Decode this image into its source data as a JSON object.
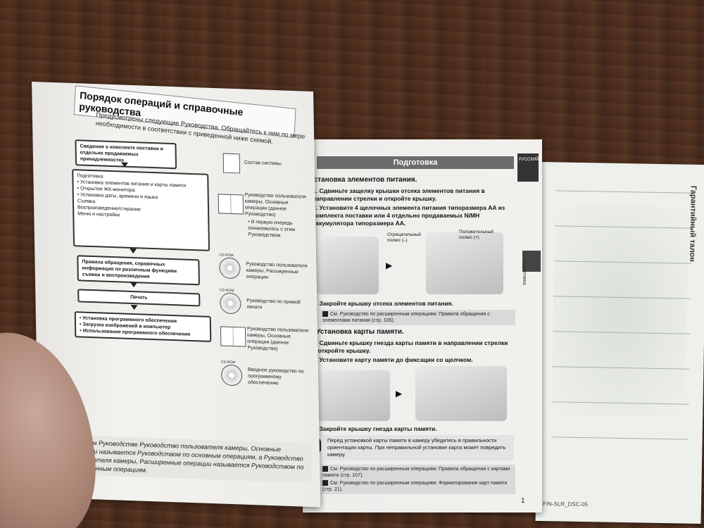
{
  "left_page": {
    "title": "Порядок операций и справочные руководства",
    "intro": "Предусмотрены следующие Руководства. Обращайтесь к ним по мере необходимости в соответствии с приведенной ниже схемой.",
    "flow": [
      {
        "text": "Сведения о комплекте поставки и отдельно продаваемых принадлежностях"
      },
      {
        "text": "Подготовка\n• Установка элементов питания и карты памяти\n• Открытие ЖК-монитора\n• Установка даты, времени и языка\nСъемка\nВоспроизведение/стирание\nМеню и настройки"
      },
      {
        "text": "Правила обращения, справочных информация по различным функциям съемки и воспроизведения"
      },
      {
        "text": "Печать"
      },
      {
        "text": "• Установка программного обеспечения\n• Загрузка изображений в компьютер\n• Использование программного обеспечения"
      }
    ],
    "labels": [
      "Состав системы",
      "Руководство пользователя камеры, Основные операции (данное Руководство)",
      "• В первую очередь ознакомьтесь с этим Руководством.",
      "Руководство пользователя камеры, Расширенные операции",
      "Руководство по прямой печати",
      "Руководство пользователя камеры, Основные операции (данное Руководство)",
      "Вводное руководство по программному обеспечению"
    ],
    "cd_tag": "CD-ROM",
    "bottom": "В данном Руководстве Руководство пользователя камеры, Основные операции называется Руководством по основным операциям, а Руководство пользователя камеры, Расширенные операции называется Руководством по расширенным операциям."
  },
  "right_page": {
    "header": "Подготовка",
    "tab_label": "РУССКИЙ",
    "side_label": "Подготовка",
    "section1": "Установка элементов питания.",
    "s1_steps": [
      "1. Сдвиньте защелку крышки отсека элементов питания в направлении стрелки и откройте крышку.",
      "2. Установите 4 щелочных элемента питания типоразмера AA из комплекта поставки или 4 отдельно продаваемых NiMH аккумулятора типоразмера AA."
    ],
    "neg_label": "Отрицательный полюс (–)",
    "pos_label": "Положительный полюс (+)",
    "s1_step3": "3. Закройте крышку отсека элементов питания.",
    "s1_note": "См. Руководство по расширенным операциям: Правила обращения с элементами питания (стр. 105).",
    "section2": "2. Установка карты памяти.",
    "s2_steps": [
      "1. Сдвиньте крышку гнезда карты памяти в направлении стрелки и откройте крышку.",
      "2. Установите карту памяти до фиксации со щелчком."
    ],
    "s2_step3": "3. Закройте крышку гнезда карты памяти.",
    "warning": "Перед установкой карты памяти в камеру убедитесь в правильности ориентации карты. При неправильной установке карта может повредить камеру.",
    "note2": "См. Руководство по расширенным операциям: Правила обращения с картами памяти (стр. 107).",
    "note3": "См. Руководство по расширенным операциям: Форматирование карт памяти (стр. 21).",
    "page_number": "1"
  },
  "warranty": {
    "title": "Гарантийный талон",
    "code": "FIN-SLR_DSC-05"
  }
}
